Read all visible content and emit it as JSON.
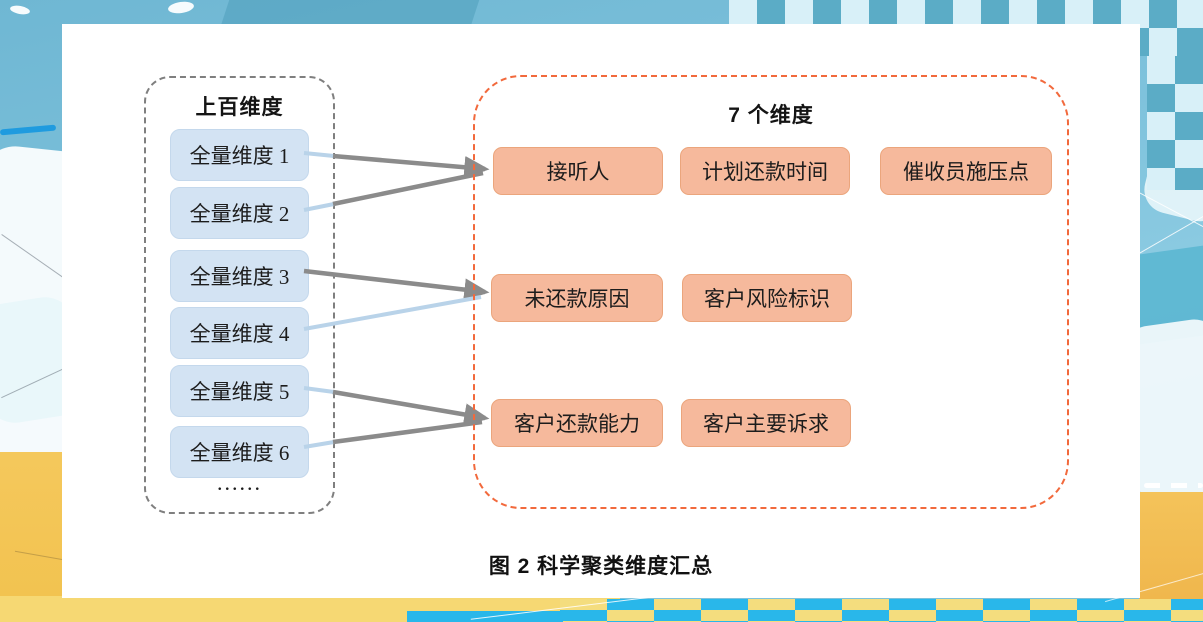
{
  "figure": {
    "caption": "图 2 科学聚类维度汇总"
  },
  "left_group": {
    "title": "上百维度",
    "items": [
      "全量维度 1",
      "全量维度 2",
      "全量维度 3",
      "全量维度 4",
      "全量维度 5",
      "全量维度 6"
    ],
    "ellipsis": "......"
  },
  "right_group": {
    "title": "7 个维度",
    "rows": [
      [
        "接听人",
        "计划还款时间",
        "催收员施压点"
      ],
      [
        "未还款原因",
        "客户风险标识"
      ],
      [
        "客户还款能力",
        "客户主要诉求"
      ]
    ]
  },
  "connections": [
    {
      "from": "全量维度 1",
      "to": "接听人"
    },
    {
      "from": "全量维度 2",
      "to": "接听人"
    },
    {
      "from": "全量维度 3",
      "to": "未还款原因"
    },
    {
      "from": "全量维度 4",
      "to": "未还款原因"
    },
    {
      "from": "全量维度 5",
      "to": "客户还款能力"
    },
    {
      "from": "全量维度 6",
      "to": "客户还款能力"
    }
  ],
  "colors": {
    "left_item_fill": "#d3e3f3",
    "left_group_dash": "#7f7f7f",
    "right_item_fill": "#f6b99c",
    "right_group_dash": "#f2693c",
    "arrow_gray": "#8b8b8b",
    "arrow_blue": "#b9d3e9",
    "checker_top_teal": "#5bacc6",
    "checker_top_pale": "#d8f0f8",
    "checker_bottom_blue": "#29b7ea",
    "checker_bottom_yellow": "#f4dd7e",
    "background_blue": "#7ec2dc",
    "background_yellow": "#f4c85c"
  }
}
